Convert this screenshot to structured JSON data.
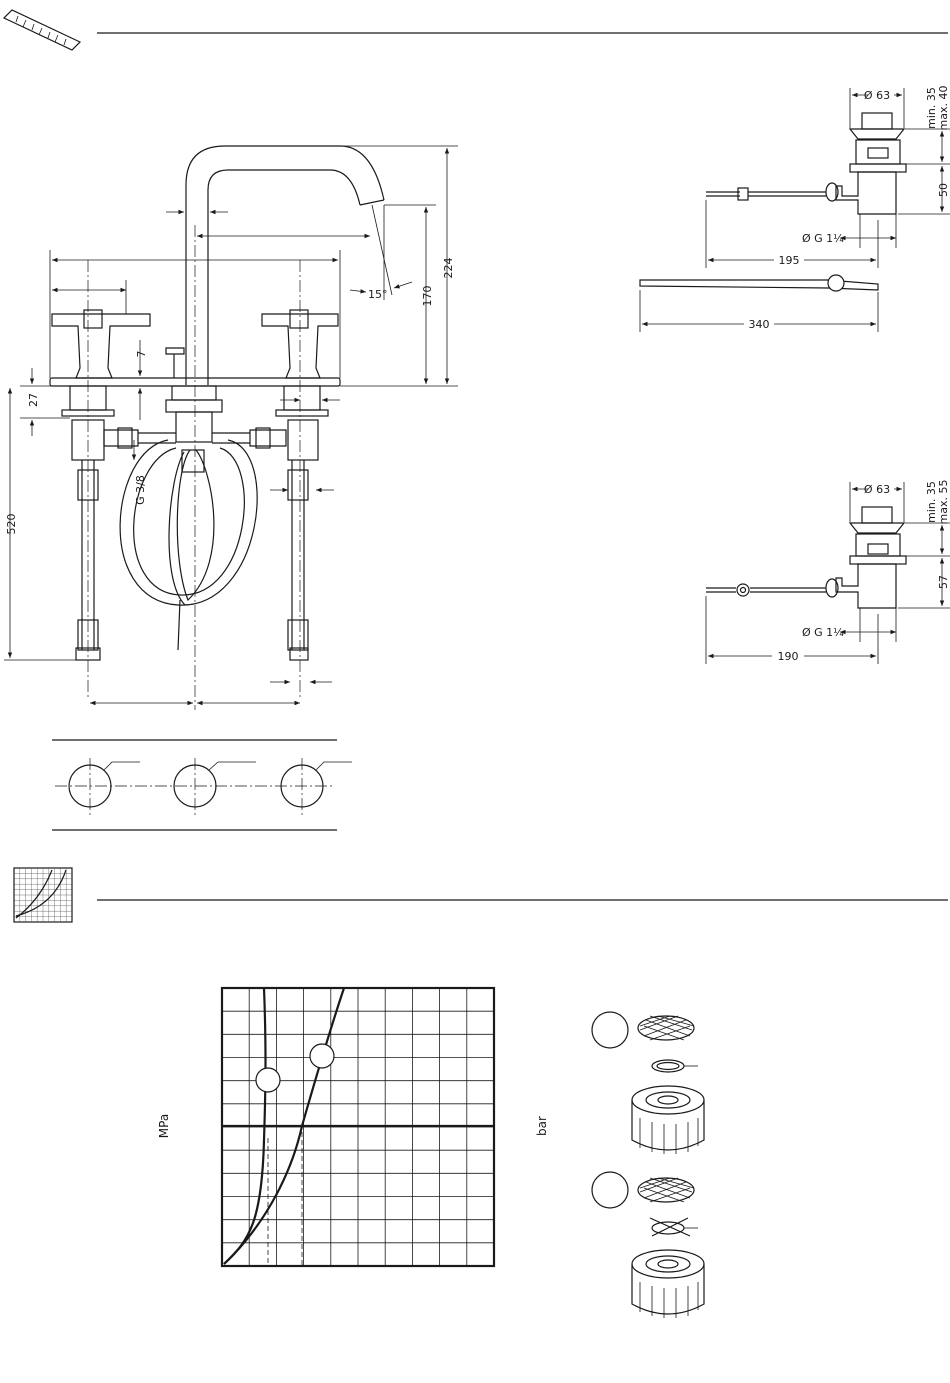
{
  "dimensions": {
    "faucet_height": "224",
    "spout_height": "170",
    "spout_angle": "15°",
    "deck_gap": "7",
    "shank_upper": "27",
    "total_length": "520",
    "connection_thread": "G 3/8"
  },
  "drain_top": {
    "diameter": "Ø 63",
    "min_label": "min. 35",
    "max_label": "max. 40",
    "body_height": "50",
    "thread": "Ø G 1¼",
    "rod_length": "195",
    "lift_rod_length": "340"
  },
  "drain_bottom": {
    "diameter": "Ø 63",
    "min_label": "min. 35",
    "max_label": "max. 55",
    "body_height": "57",
    "thread": "Ø G 1¼",
    "rod_length": "190"
  },
  "chart_data": {
    "type": "line",
    "ylabel_left": "MPa",
    "ylabel_right": "bar",
    "grid": true,
    "series": [
      {
        "values": []
      },
      {
        "values": []
      }
    ]
  },
  "icons": [
    "ruler-icon",
    "flow-chart-icon"
  ]
}
